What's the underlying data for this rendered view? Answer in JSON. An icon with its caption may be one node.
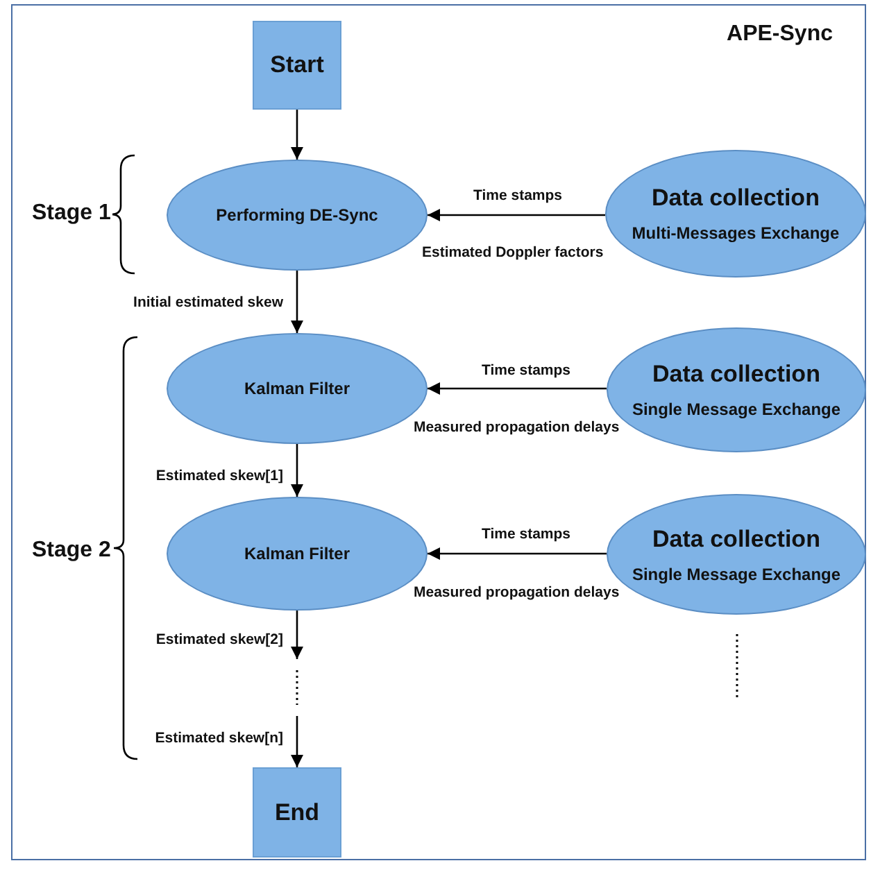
{
  "diagram": {
    "title": "APE-Sync",
    "nodes": [
      {
        "text": [
          "Start"
        ]
      },
      {
        "text": [
          "Performing DE-Sync"
        ]
      },
      {
        "text": [
          "Data collection",
          "Multi-Messages Exchange"
        ]
      },
      {
        "text": [
          "Kalman Filter"
        ]
      },
      {
        "text": [
          "Data collection",
          "Single Message Exchange"
        ]
      },
      {
        "text": [
          "Kalman Filter"
        ]
      },
      {
        "text": [
          "Data collection",
          "Single Message Exchange"
        ]
      },
      {
        "text": [
          "End"
        ]
      }
    ],
    "edges": [
      {
        "from": 0,
        "to": 1,
        "arrow": "to"
      },
      {
        "from": 2,
        "to": 1,
        "arrow": "to",
        "label": "Time stamps"
      },
      {
        "from": 1,
        "to": 3,
        "arrow": "to",
        "label": "Initial estimated skew"
      },
      {
        "from": 4,
        "to": 3,
        "arrow": "to",
        "label": "Time stamps"
      },
      {
        "from": 3,
        "to": 5,
        "arrow": "to",
        "label": "Estimated skew[1]"
      },
      {
        "from": 6,
        "to": 5,
        "arrow": "to",
        "label": "Time stamps"
      },
      {
        "from": 5,
        "to": null,
        "arrow": "to",
        "label": "Estimated skew[2]"
      },
      {
        "from": null,
        "to": 7,
        "arrow": "to",
        "label": "Estimated skew[n]"
      }
    ],
    "labels": [
      "Stage 1",
      "Estimated Doppler factors",
      "Measured propagation delays",
      "Stage 2",
      "Measured propagation delays"
    ]
  }
}
